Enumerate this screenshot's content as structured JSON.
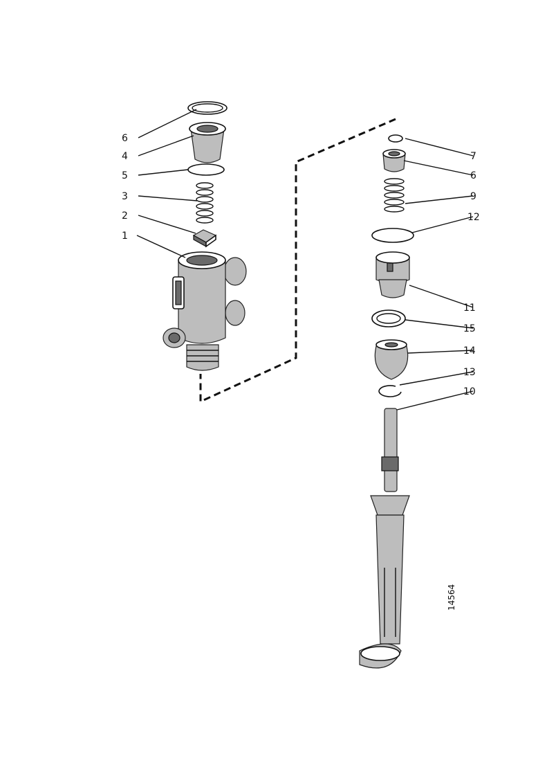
{
  "diagram": {
    "figure_code": "14564",
    "callouts": [
      {
        "id": "6a",
        "text": "6"
      },
      {
        "id": "4",
        "text": "4"
      },
      {
        "id": "5",
        "text": "5"
      },
      {
        "id": "3",
        "text": "3"
      },
      {
        "id": "2",
        "text": "2"
      },
      {
        "id": "1",
        "text": "1"
      },
      {
        "id": "7",
        "text": "7"
      },
      {
        "id": "6b",
        "text": "6"
      },
      {
        "id": "9",
        "text": "9"
      },
      {
        "id": "12",
        "text": "12"
      },
      {
        "id": "11",
        "text": "11"
      },
      {
        "id": "15",
        "text": "15"
      },
      {
        "id": "14",
        "text": "14"
      },
      {
        "id": "13",
        "text": "13"
      },
      {
        "id": "10",
        "text": "10"
      }
    ]
  }
}
